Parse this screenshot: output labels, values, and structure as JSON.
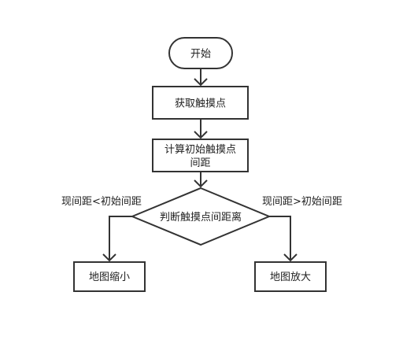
{
  "nodes": {
    "start": "开始",
    "get_points": "获取触摸点",
    "calc_line1": "计算初始触摸点",
    "calc_line2": "间距",
    "decision": "判断触摸点间距离",
    "zoom_out": "地图缩小",
    "zoom_in": "地图放大"
  },
  "edges": {
    "left_label": "现间距<初始间距",
    "right_label": "现间距>初始间距"
  },
  "colors": {
    "stroke": "#333333",
    "fill": "#ffffff",
    "text": "#222222"
  }
}
